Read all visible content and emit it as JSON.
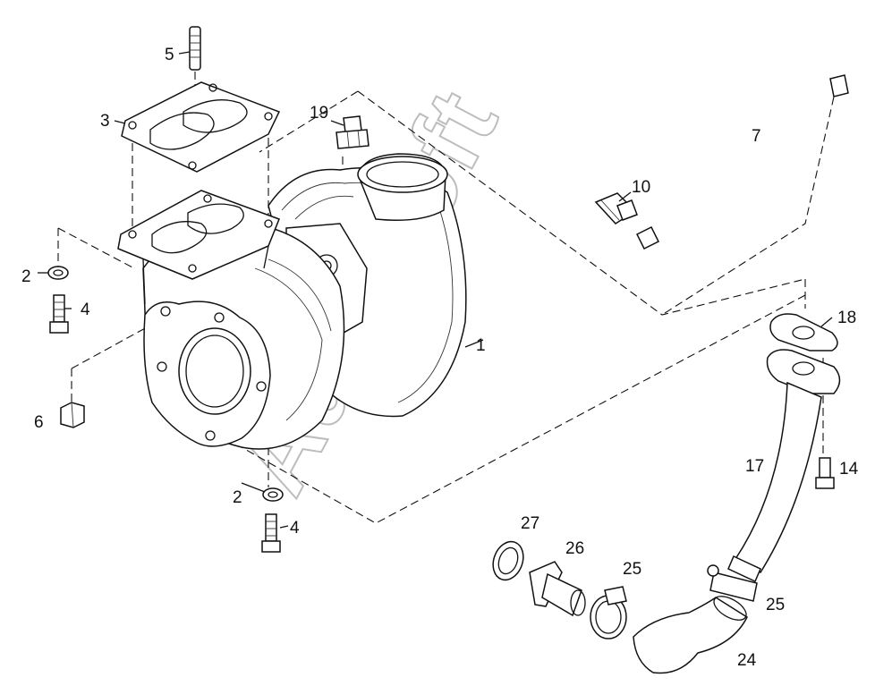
{
  "watermark": "AutoSoft",
  "callouts": {
    "c1": "1",
    "c2a": "2",
    "c2b": "2",
    "c3": "3",
    "c4a": "4",
    "c4b": "4",
    "c5": "5",
    "c6": "6",
    "c7": "7",
    "c10": "10",
    "c14": "14",
    "c17": "17",
    "c18": "18",
    "c19": "19",
    "c24": "24",
    "c25a": "25",
    "c25b": "25",
    "c26": "26",
    "c27": "27"
  }
}
